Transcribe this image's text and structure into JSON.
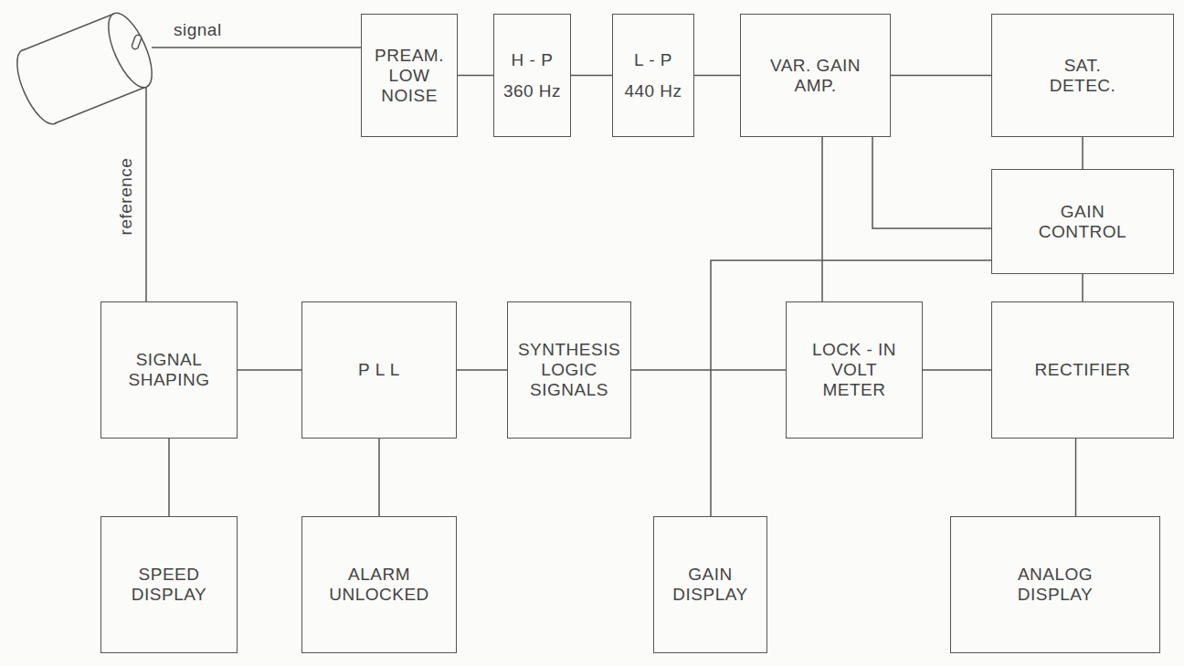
{
  "diagram": {
    "nodes": [
      {
        "text": [
          "PREAM. LOW NOISE"
        ]
      },
      {
        "text": [
          "H - P",
          "360 Hz"
        ]
      },
      {
        "text": [
          "L - P",
          "440 Hz"
        ]
      },
      {
        "text": [
          "VAR. GAIN AMP."
        ]
      },
      {
        "text": [
          "SAT. DETEC."
        ]
      },
      {
        "text": [
          "GAIN CONTROL"
        ]
      },
      {
        "text": [
          "SIGNAL SHAPING"
        ]
      },
      {
        "text": [
          "P L L"
        ]
      },
      {
        "text": [
          "SYNTHESIS LOGIC SIGNALS"
        ]
      },
      {
        "text": [
          "LOCK - IN VOLT METER"
        ]
      },
      {
        "text": [
          "RECTIFIER"
        ]
      },
      {
        "text": [
          "SPEED DISPLAY"
        ]
      },
      {
        "text": [
          "ALARM UNLOCKED"
        ]
      },
      {
        "text": [
          "GAIN DISPLAY"
        ]
      },
      {
        "text": [
          "ANALOG DISPLAY"
        ]
      }
    ],
    "edges": [
      {
        "from": 0,
        "to": 1,
        "arrow": "none"
      },
      {
        "from": 1,
        "to": 2,
        "arrow": "none"
      },
      {
        "from": 2,
        "to": 3,
        "arrow": "none"
      },
      {
        "from": 3,
        "to": 4,
        "arrow": "none"
      },
      {
        "from": 3,
        "to": 9,
        "arrow": "none"
      },
      {
        "from": 3,
        "to": 5,
        "arrow": "none"
      },
      {
        "from": 4,
        "to": 5,
        "arrow": "none"
      },
      {
        "from": 5,
        "to": 10,
        "arrow": "none"
      },
      {
        "from": 5,
        "to": 13,
        "arrow": "none"
      },
      {
        "from": 6,
        "to": 7,
        "arrow": "none"
      },
      {
        "from": 7,
        "to": 8,
        "arrow": "none"
      },
      {
        "from": 8,
        "to": 9,
        "arrow": "none"
      },
      {
        "from": 9,
        "to": 10,
        "arrow": "none"
      },
      {
        "from": 6,
        "to": 11,
        "arrow": "none"
      },
      {
        "from": 7,
        "to": 12,
        "arrow": "none"
      },
      {
        "from": 10,
        "to": 14,
        "arrow": "none"
      }
    ],
    "labels": [
      "signal",
      "reference"
    ]
  }
}
